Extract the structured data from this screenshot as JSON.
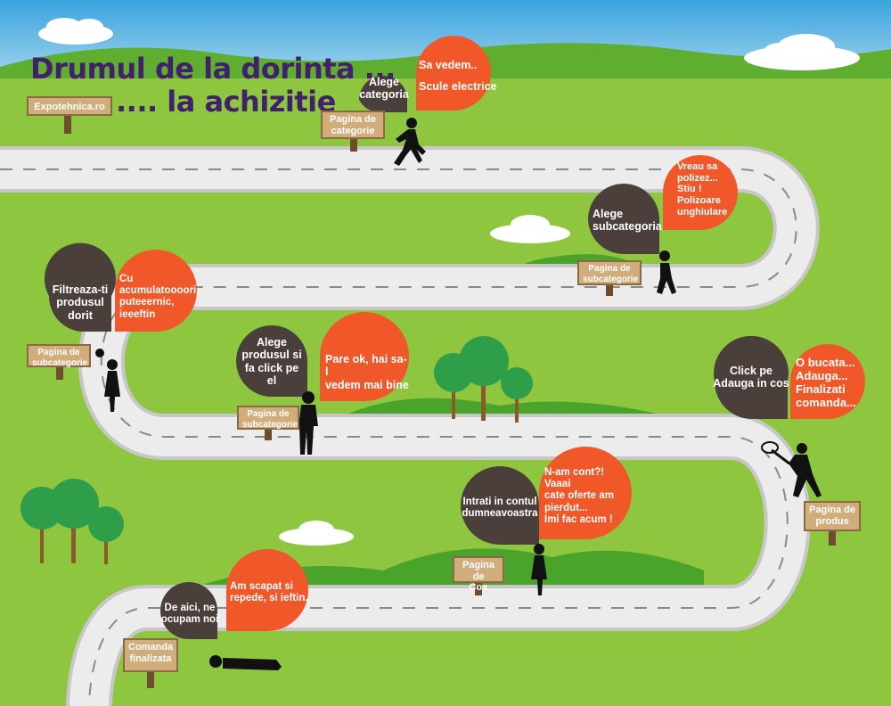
{
  "header": {
    "title_line1": "Drumul de la dorinta ...",
    "title_line2": ".... la achizitie",
    "brand_sign": "Expotehnica.ro"
  },
  "colors": {
    "sky": "#5fb8e4",
    "grass": "#8fc640",
    "hill": "#4aa32b",
    "road": "#ebebeb",
    "road_edge": "#c9c9c9",
    "dark_bubble": "#4b3f3b",
    "orange_bubble": "#f0582a",
    "title_purple": "#43206b",
    "sign_wood": "#d2ad7c",
    "post": "#6e4d2e"
  },
  "steps": [
    {
      "id": "categorie",
      "sign": [
        "Pagina de",
        "categorie"
      ],
      "action": [
        "Alege",
        "categoria"
      ],
      "thought": [
        "Sa vedem..",
        "",
        "Scule electrice"
      ]
    },
    {
      "id": "subcategorie-1",
      "sign": [
        "Pagina de",
        "subcategorie"
      ],
      "action": [
        "Alege",
        "subcategoria"
      ],
      "thought": [
        "Vreau sa",
        "polizez...",
        "Stiu !",
        "Polizoare",
        "unghiulare"
      ]
    },
    {
      "id": "subcategorie-2",
      "sign": [
        "Pagina de",
        "subcategorie"
      ],
      "action": [
        "Filtreaza-ti",
        "produsul",
        "dorit"
      ],
      "thought": [
        "Cu",
        "acumulatoooori,",
        "puteeernic,",
        "ieeeftin"
      ]
    },
    {
      "id": "subcategorie-3",
      "sign": [
        "Pagina de",
        "subcategorie"
      ],
      "action": [
        "Alege",
        "produsul si",
        "fa click pe",
        "el"
      ],
      "thought": [
        "Pare ok, hai sa-l",
        "vedem mai bine"
      ]
    },
    {
      "id": "produs",
      "sign": [
        "Pagina de",
        "produs"
      ],
      "action": [
        "Click pe",
        "Adauga in cos"
      ],
      "thought": [
        "O bucata...",
        "Adauga...",
        "Finalizati",
        "comanda..."
      ]
    },
    {
      "id": "cos",
      "sign": [
        "Pagina de",
        "Cos"
      ],
      "action": [
        "Intrati in contul",
        "dumneavoastra"
      ],
      "thought": [
        "N-am cont?! Vaaai",
        "cate oferte am",
        "pierdut...",
        "Imi fac acum !"
      ]
    },
    {
      "id": "finalizata",
      "sign": [
        "Comanda",
        "finalizata"
      ],
      "action": [
        "De aici, ne",
        "ocupam noi"
      ],
      "thought": [
        "Am scapat si",
        "repede, si ieftin.."
      ]
    }
  ]
}
